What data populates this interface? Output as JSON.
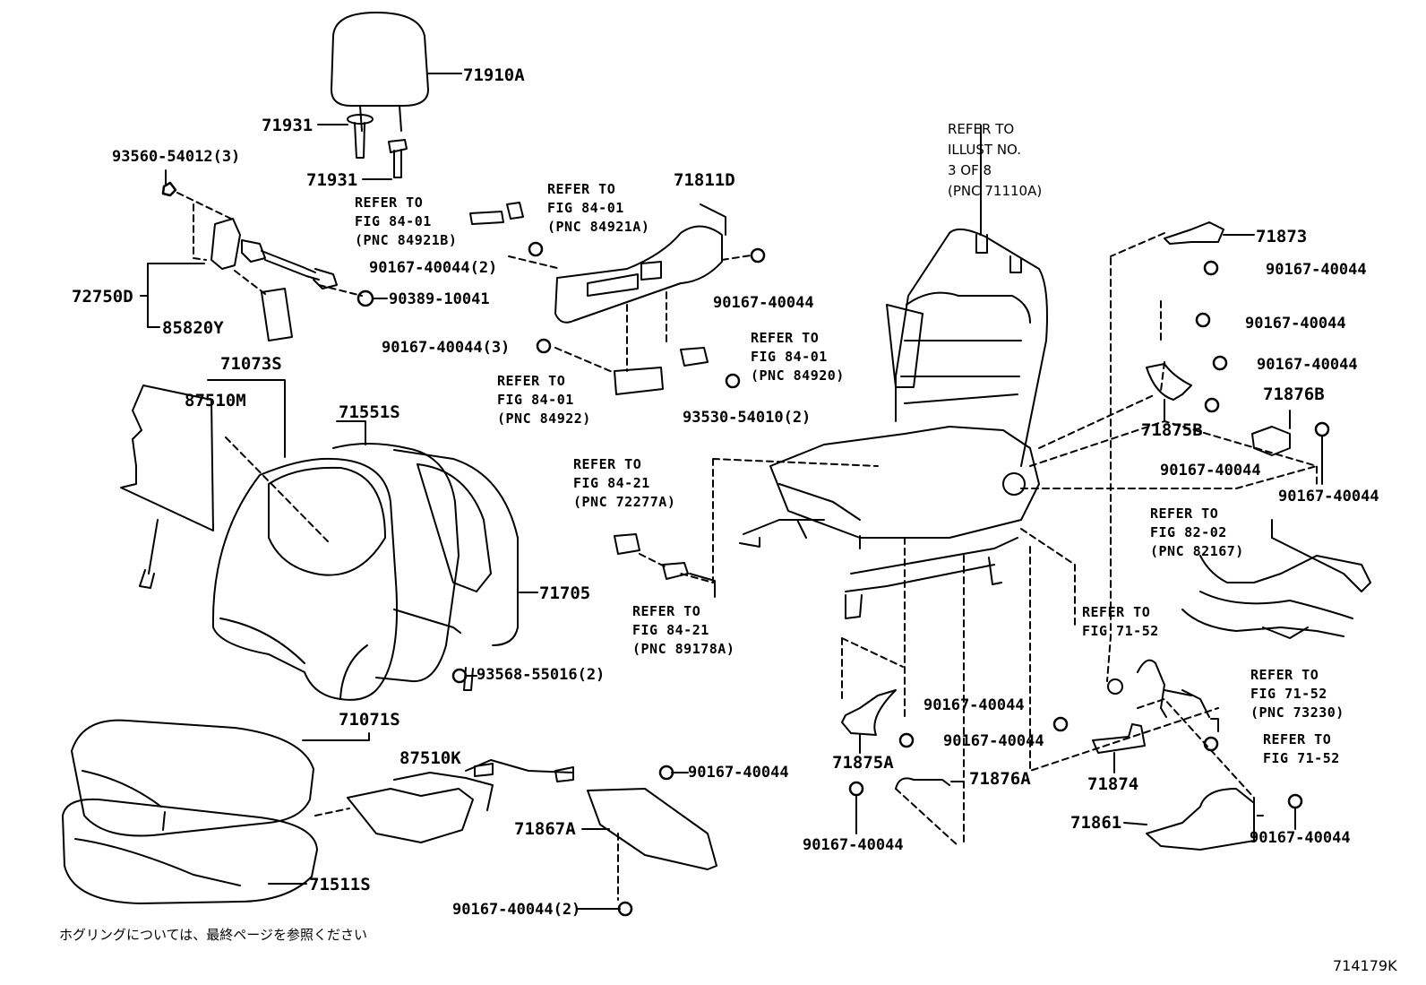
{
  "labels": {
    "p71910A": "71910A",
    "p71931a": "71931",
    "p71931b": "71931",
    "p93560": "93560-54012(3)",
    "p72750D": "72750D",
    "p85820Y": "85820Y",
    "p90389": "90389-10041",
    "p71811D": "71811D",
    "p90167_a": "90167-40044(2)",
    "p90167_b": "90167-40044",
    "p90167_c": "90167-40044(3)",
    "p93530": "93530-54010(2)",
    "p71073S": "71073S",
    "p87510M": "87510M",
    "p71551S": "71551S",
    "p71705": "71705",
    "p93568": "93568-55016(2)",
    "p71071S": "71071S",
    "p87510K": "87510K",
    "p71867A": "71867A",
    "p90167_d": "90167-40044",
    "p90167_e": "90167-40044(2)",
    "p71511S": "71511S",
    "p71873": "71873",
    "p90167_f": "90167-40044",
    "p90167_g": "90167-40044",
    "p90167_h": "90167-40044",
    "p71876B": "71876B",
    "p71875B": "71875B",
    "p90167_i": "90167-40044",
    "p90167_j": "90167-40044",
    "p90167_k": "90167-40044",
    "p90167_l": "90167-40044",
    "p71875A": "71875A",
    "p71876A": "71876A",
    "p71874": "71874",
    "p90167_m": "90167-40044",
    "p71861": "71861",
    "p90167_n": "90167-40044"
  },
  "refs": {
    "r84921B": "REFER TO\nFIG 84-01\n(PNC 84921B)",
    "r84921A": "REFER TO\nFIG 84-01\n(PNC 84921A)",
    "r84920": "REFER TO\nFIG 84-01\n(PNC 84920)",
    "r84922": "REFER TO\nFIG 84-01\n(PNC 84922)",
    "r72277A": "REFER TO\nFIG 84-21\n(PNC 72277A)",
    "r89178A": "REFER TO\nFIG 84-21\n(PNC 89178A)",
    "r82167": "REFER TO\nFIG 82-02\n(PNC 82167)",
    "r7152a": "REFER TO\nFIG 71-52",
    "r73230": "REFER TO\nFIG 71-52\n(PNC 73230)",
    "r7152b": "REFER TO\nFIG 71-52",
    "illust": "REFER TO\nILLUST NO.\n3 OF 8\n(PNC 71110A)"
  },
  "note": "ホグリングについては、最終ページを参照ください",
  "illustration_id": "714179K"
}
